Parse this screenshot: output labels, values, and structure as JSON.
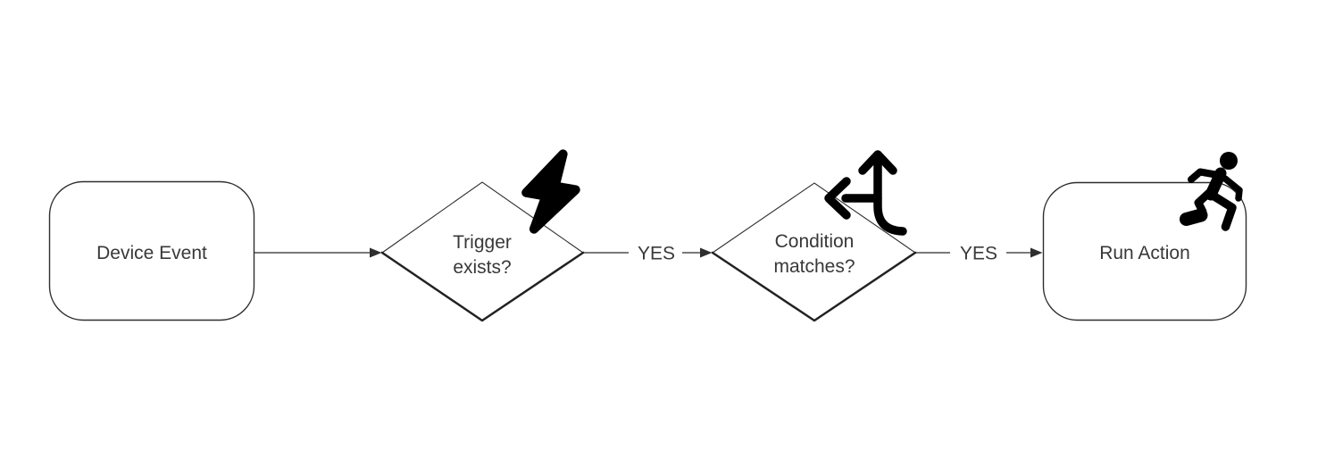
{
  "diagram": {
    "type": "flowchart",
    "direction": "left-to-right",
    "colors": {
      "background": "#ffffff",
      "shape_border": "#2e2e2e",
      "edge_line": "#4f4f4f",
      "text": "#383838",
      "icon": "#000000"
    },
    "nodes": [
      {
        "id": "device-event",
        "shape": "rounded-rectangle",
        "label": "Device Event",
        "icon": ""
      },
      {
        "id": "trigger-exists",
        "shape": "diamond",
        "label": "Trigger exists?",
        "line1": "Trigger",
        "line2": "exists?",
        "icon": "lightning-icon"
      },
      {
        "id": "condition-matches",
        "shape": "diamond",
        "label": "Condition matches?",
        "line1": "Condition",
        "line2": "matches?",
        "icon": "directions-split-icon"
      },
      {
        "id": "run-action",
        "shape": "rounded-rectangle",
        "label": "Run Action",
        "icon": "person-running-icon"
      }
    ],
    "edges": [
      {
        "from": "device-event",
        "to": "trigger-exists",
        "label": ""
      },
      {
        "from": "trigger-exists",
        "to": "condition-matches",
        "label": "YES"
      },
      {
        "from": "condition-matches",
        "to": "run-action",
        "label": "YES"
      }
    ]
  }
}
